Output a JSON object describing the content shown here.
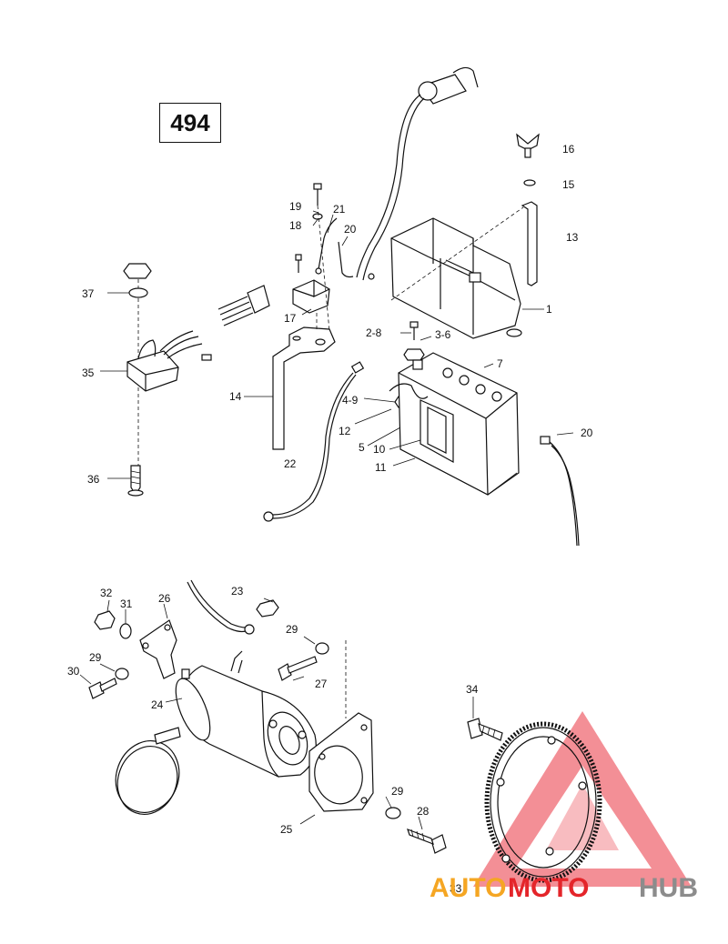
{
  "diagram": {
    "number": "494",
    "part_labels": [
      "1",
      "2-8",
      "3-6",
      "4-9",
      "5",
      "7",
      "10",
      "11",
      "12",
      "13",
      "14",
      "15",
      "16",
      "17",
      "18",
      "19",
      "20",
      "20",
      "21",
      "22",
      "23",
      "24",
      "25",
      "26",
      "27",
      "28",
      "29",
      "29",
      "29",
      "30",
      "31",
      "32",
      "33",
      "34",
      "35",
      "36",
      "37"
    ]
  },
  "watermark": {
    "text_part1": "AUTO",
    "text_part2": "MOTO",
    "text_part3": "HUB",
    "colors": {
      "orange": "#f5a623",
      "red": "#e4252a",
      "gray": "#8c8c8c",
      "triangle": "#f27c84"
    }
  }
}
